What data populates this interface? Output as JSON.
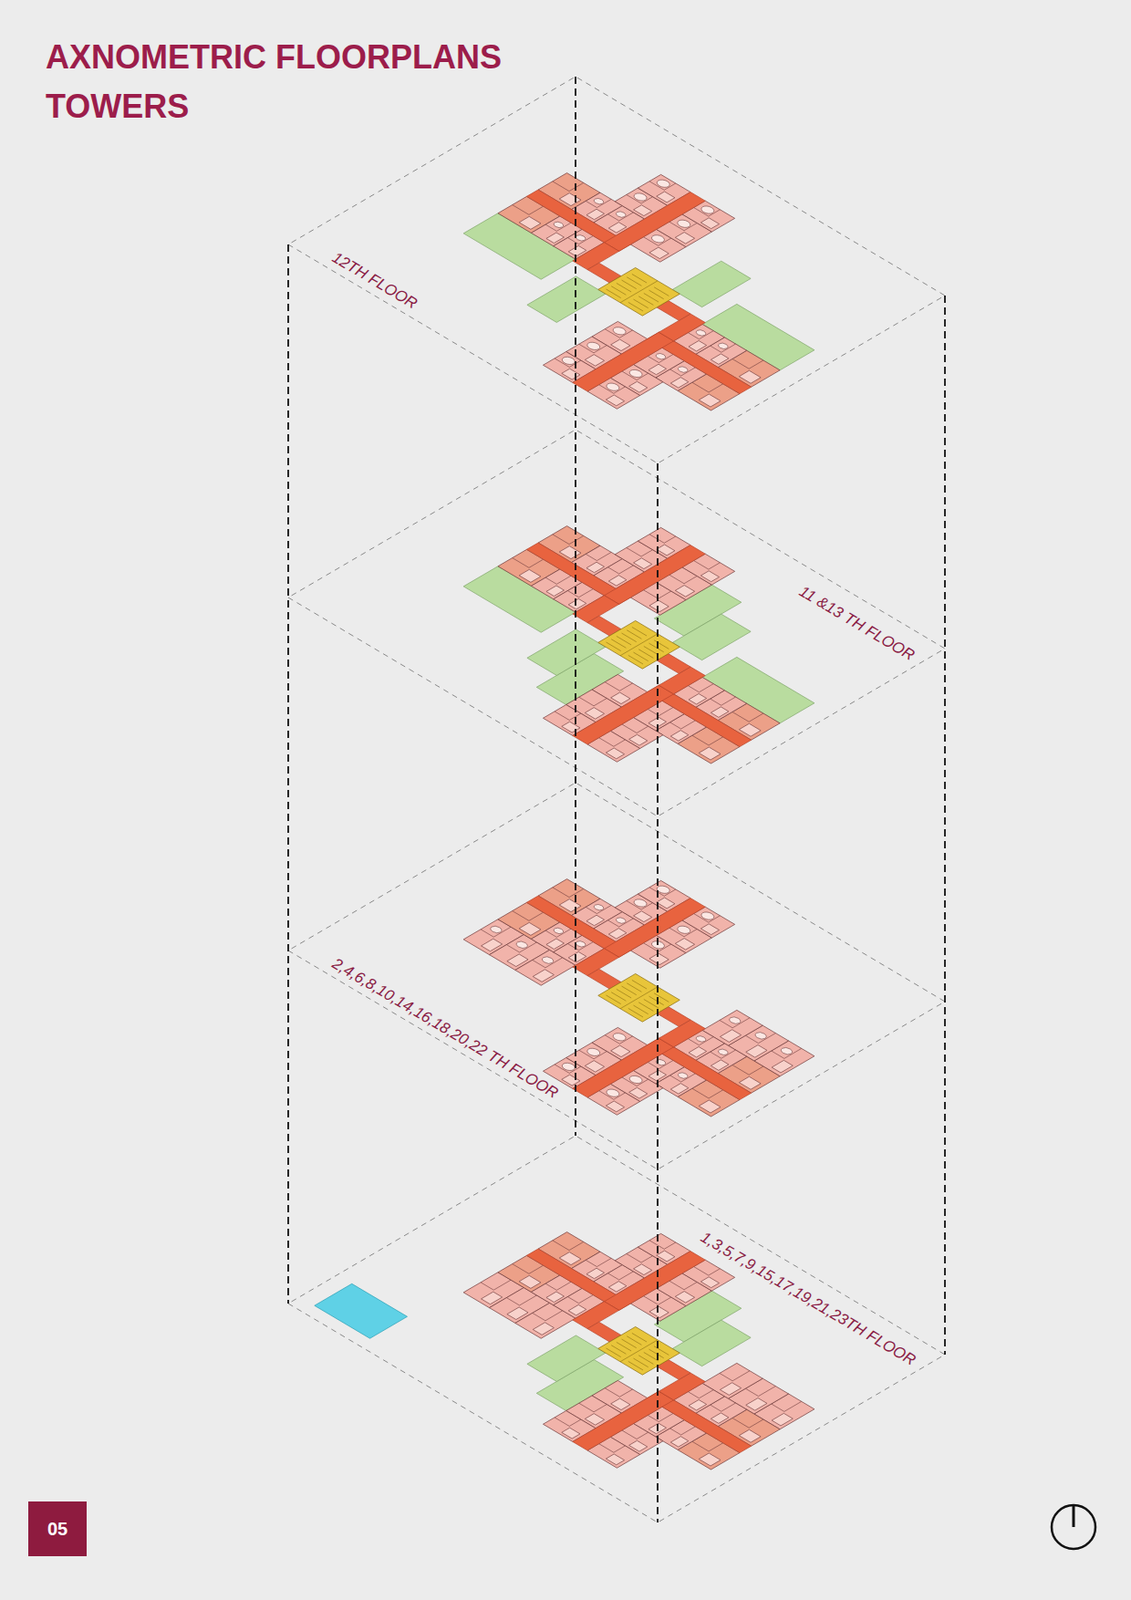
{
  "diagram": {
    "title": "AXNOMETRIC FLOORPLANS TOWERS",
    "nodes": [
      {
        "text": [
          "05"
        ]
      }
    ],
    "labels": [
      "12TH FLOOR",
      "11 &13 TH FLOOR",
      "2,4,6,8,10,14,16,18,20,22 TH FLOOR",
      "1,3,5,7,9,15,17,19,21,23TH FLOOR"
    ]
  }
}
